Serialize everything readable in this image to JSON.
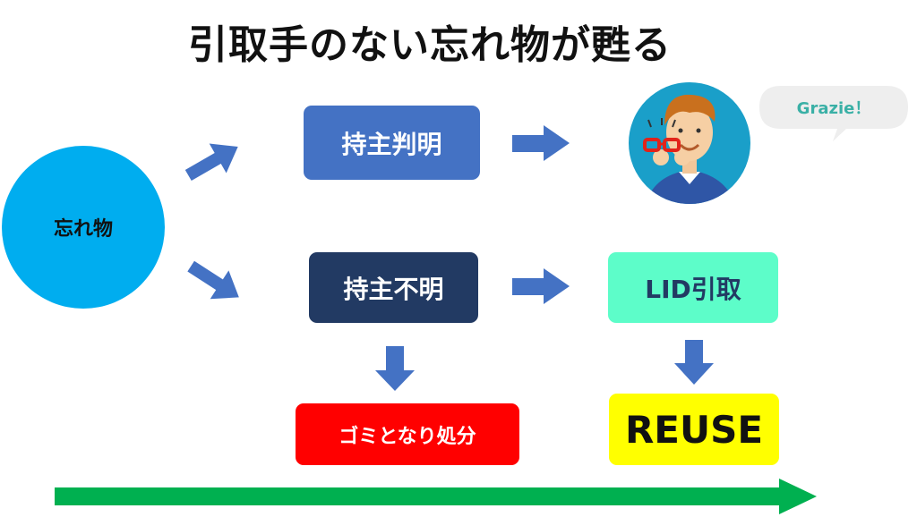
{
  "title": "引取手のない忘れ物が甦る",
  "nodes": {
    "lost_item": "忘れ物",
    "owner_identified": "持主判明",
    "owner_unknown": "持主不明",
    "lid_pickup": "LID引取",
    "disposal": "ゴミとなり処分",
    "reuse": "REUSE"
  },
  "speech_bubble": "Grazie！",
  "colors": {
    "circle": "#00adef",
    "arrow": "#4472c4",
    "timeline": "#00b050"
  }
}
